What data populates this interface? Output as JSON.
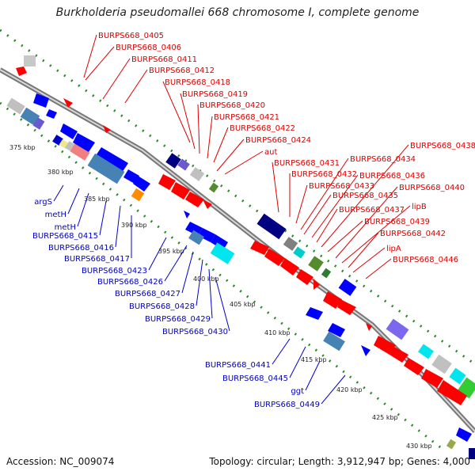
{
  "title": "Burkholderia pseudomallei 668 chromosome I, complete genome",
  "accession": "Accession: NC_009074",
  "summary": "Topology: circular; Length: 3,912,947 bp; Genes: 4,000",
  "colors": {
    "forward_label": "#dd0000",
    "reverse_label": "#0000cc",
    "backbone": "#8c8c8c",
    "gc_dots": "#2a8a2a"
  },
  "ticks": [
    "375 kbp",
    "380 kbp",
    "385 kbp",
    "390 kbp",
    "395 kbp",
    "400 kbp",
    "405 kbp",
    "410 kbp",
    "415 kbp",
    "420 kbp",
    "425 kbp",
    "430 kbp"
  ],
  "forward_labels": [
    "BURPS668_0405",
    "BURPS668_0406",
    "BURPS668_0411",
    "BURPS668_0412",
    "BURPS668_0418",
    "BURPS668_0419",
    "BURPS668_0420",
    "BURPS668_0421",
    "BURPS668_0422",
    "BURPS668_0424",
    "aut",
    "BURPS668_0431",
    "BURPS668_0432",
    "BURPS668_0433",
    "BURPS668_0434",
    "BURPS668_0435",
    "BURPS668_0436",
    "BURPS668_0437",
    "BURPS668_0438",
    "BURPS668_0439",
    "BURPS668_0440",
    "lipB",
    "BURPS668_0442",
    "lipA",
    "BURPS668_0446"
  ],
  "reverse_labels": [
    "argS",
    "metH",
    "metH",
    "BURPS668_0415",
    "BURPS668_0416",
    "BURPS668_0417",
    "BURPS668_0423",
    "BURPS668_0426",
    "BURPS668_0427",
    "BURPS668_0428",
    "BURPS668_0429",
    "BURPS668_0430",
    "BURPS668_0441",
    "BURPS668_0445",
    "ggt",
    "BURPS668_0449"
  ]
}
